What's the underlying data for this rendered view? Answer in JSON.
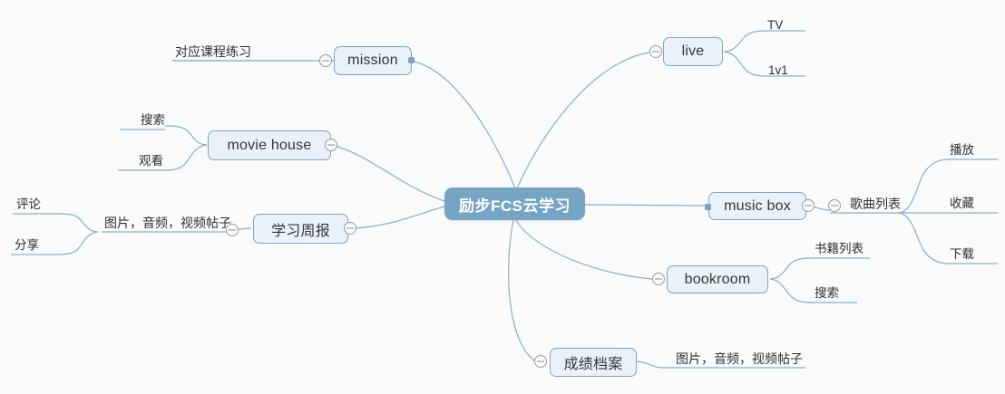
{
  "app": {
    "type": "mind-map",
    "background_color": "#fbfbfb",
    "accent_color": "#76a5c4",
    "node_fill": "#eaf1f8",
    "node_border": "#7ba7c7",
    "link_color": "#8aaec9"
  },
  "root": {
    "label": "励步FCS云学习"
  },
  "nodes": {
    "mission": "mission",
    "movie_house": "movie house",
    "study_weekly": "学习周报",
    "live": "live",
    "music_box": "music box",
    "bookroom": "bookroom",
    "grade_archive": "成绩档案"
  },
  "leaves": {
    "mission_child": "对应课程练习",
    "movie_search": "搜索",
    "movie_watch": "观看",
    "weekly_posts": "图片，音频，视频帖子",
    "weekly_comment": "评论",
    "weekly_share": "分享",
    "live_tv": "TV",
    "live_1v1": "1v1",
    "song_list": "歌曲列表",
    "song_play": "播放",
    "song_fav": "收藏",
    "song_download": "下载",
    "book_list": "书籍列表",
    "book_search": "搜索",
    "grade_posts": "图片，音频，视频帖子"
  },
  "icons": {
    "collapse": "collapse-minus-icon",
    "connector": "connector-dot-icon"
  }
}
